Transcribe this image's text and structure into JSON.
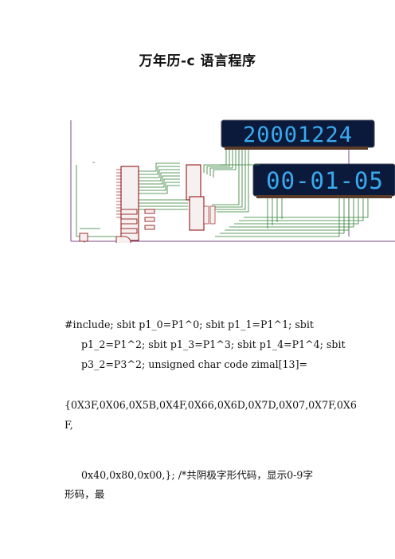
{
  "document": {
    "title": "万年历-c 语言程序",
    "schematic": {
      "display_top_digits": "20001224",
      "display_bottom_digits": "00-01-05"
    },
    "code_lines": [
      "#include; sbit p1_0=P1^0; sbit p1_1=P1^1; sbit",
      "p1_2=P1^2; sbit p1_3=P1^3; sbit p1_4=P1^4; sbit",
      "p3_2=P3^2; unsigned char code zimal[13]=",
      "{0X3F,0X06,0X5B,0X4F,0X66,0X6D,0X7D,0X07,0X7F,0X6",
      "F,",
      "0x40,0x80,0x00,}; /*共阴极字形代码，显示0-9字",
      "形码，最"
    ]
  },
  "colors": {
    "display_bg": "#0b1a3a",
    "display_digit": "#3aaaf0",
    "wire": "#2e7d32",
    "component": "#8b0000",
    "frame": "#7a4b8c"
  }
}
